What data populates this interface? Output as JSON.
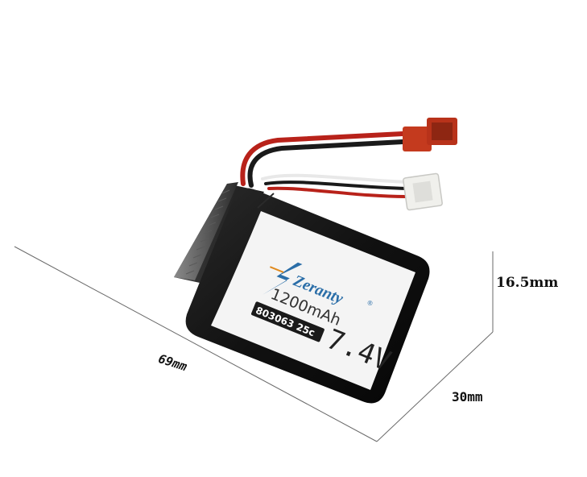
{
  "product": {
    "brand": "Zeranty",
    "capacity": "1200mAh",
    "model": "803063 25c",
    "voltage": "7.4V",
    "registered_mark": "®"
  },
  "dimensions": {
    "length": "69mm",
    "depth": "30mm",
    "height": "16.5mm"
  },
  "colors": {
    "battery_body": "#151515",
    "label_background": "#f4f4f4",
    "brand_text": "#2b6ea8",
    "brand_accent": "#e08a1e",
    "wire_red": "#b8221a",
    "wire_black": "#1a1a1a",
    "wire_white": "#e8e8e8",
    "connector_red": "#c43a1e",
    "connector_white": "#f0f0ec",
    "dimension_line": "#6a6a6a"
  },
  "icons": {
    "brand_logo": "lightning-bolt-icon"
  }
}
